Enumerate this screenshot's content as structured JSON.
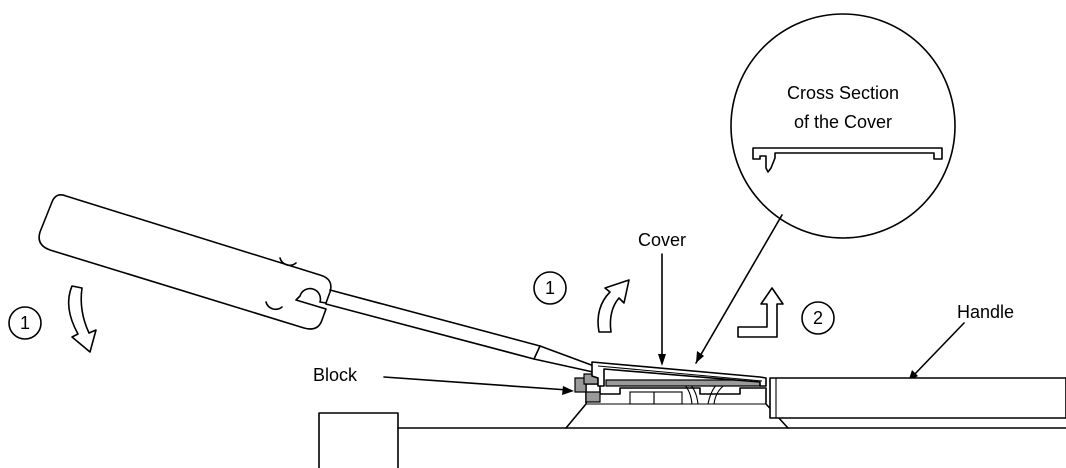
{
  "labels": {
    "cross_section_line1": "Cross Section",
    "cross_section_line2": "of the Cover",
    "cover": "Cover",
    "block": "Block",
    "handle": "Handle"
  },
  "steps": {
    "step1": "1",
    "step2": "2"
  },
  "colors": {
    "line": "#000000",
    "block_fill": "#9a9a9a",
    "background": "#ffffff"
  }
}
